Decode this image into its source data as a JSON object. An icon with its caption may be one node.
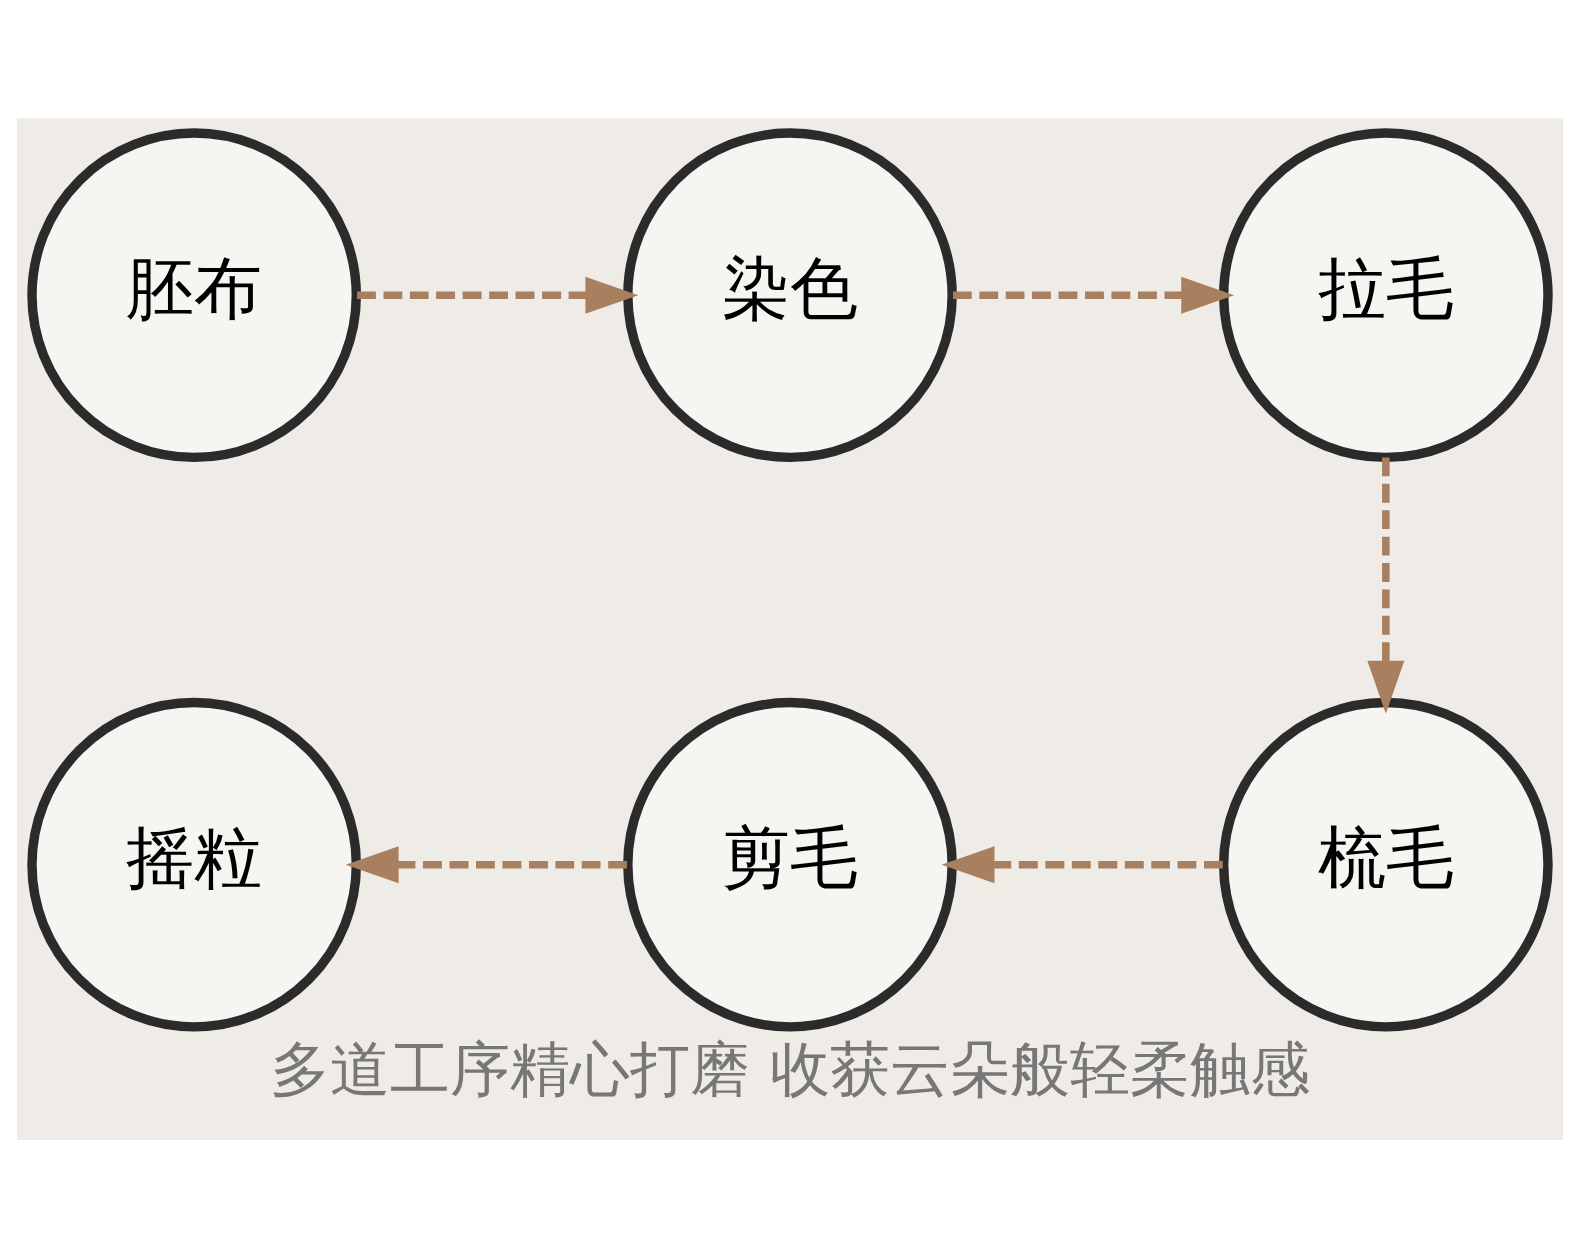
{
  "diagram": {
    "caption": "多道工序精心打磨 收获云朵般轻柔触感",
    "nodes": [
      {
        "text": [
          "胚布"
        ]
      },
      {
        "text": [
          "染色"
        ]
      },
      {
        "text": [
          "拉毛"
        ]
      },
      {
        "text": [
          "摇粒"
        ]
      },
      {
        "text": [
          "剪毛"
        ]
      },
      {
        "text": [
          "梳毛"
        ]
      }
    ],
    "edges": [
      {
        "from": 0,
        "to": 1,
        "arrow": "to",
        "style": "dashed",
        "color": "#a8805f"
      },
      {
        "from": 1,
        "to": 2,
        "arrow": "to",
        "style": "dashed",
        "color": "#a8805f"
      },
      {
        "from": 2,
        "to": 5,
        "arrow": "to",
        "style": "dashed",
        "color": "#a8805f"
      },
      {
        "from": 5,
        "to": 4,
        "arrow": "to",
        "style": "dashed",
        "color": "#a8805f"
      },
      {
        "from": 4,
        "to": 3,
        "arrow": "to",
        "style": "dashed",
        "color": "#a8805f"
      }
    ]
  }
}
